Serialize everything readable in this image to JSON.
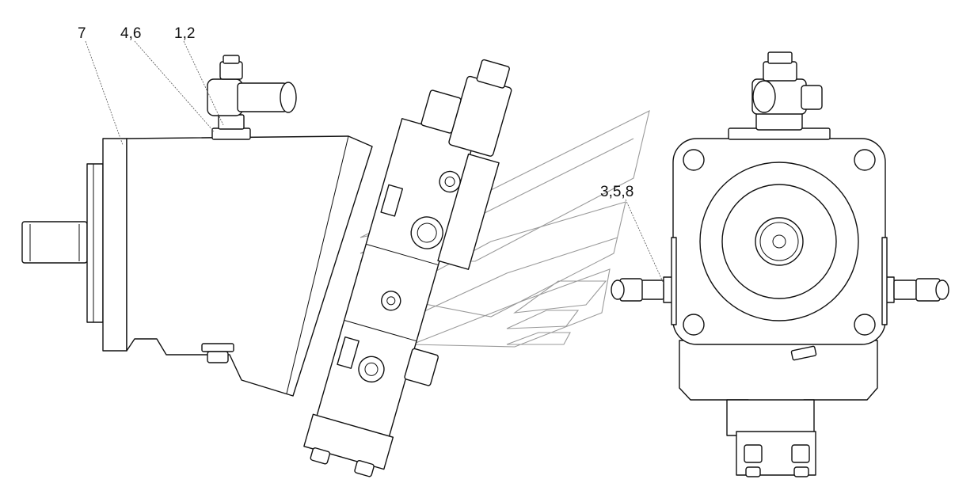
{
  "callouts": {
    "c7": "7",
    "c46": "4,6",
    "c12": "1,2",
    "c358": "3,5,8"
  },
  "colors": {
    "line": "#111111",
    "watermark": "#9a9a9a",
    "background": "#ffffff"
  }
}
